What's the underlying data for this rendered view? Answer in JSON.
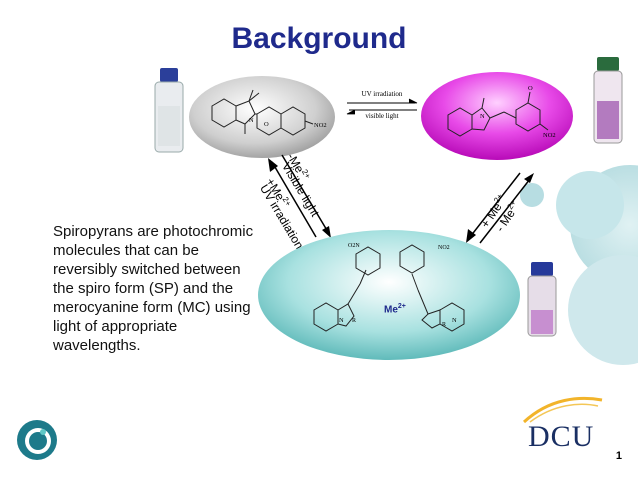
{
  "slide": {
    "title": "Background",
    "body": "Spiropyrans are photochromic molecules that can be reversibly switched between the spiro form (SP) and the merocyanine form (MC) using light of appropriate wavelengths.",
    "page_number": "1"
  },
  "arrows": {
    "top_forward": "UV irradiation",
    "top_backward": "visible light",
    "left_a1": "-Me",
    "left_a1_sup": "2+",
    "left_a2": "Visible light",
    "left_b1": "+Me",
    "left_b1_sup": "2+",
    "left_b2": "UV irradiation",
    "right_a": "+ Me",
    "right_a_sup": "2+",
    "right_b": "- Me",
    "right_b_sup": "2+"
  },
  "chemistry": {
    "no2_sp": "NO2",
    "no2_mc": "NO2",
    "complex_center": "Me",
    "complex_center_sup": "2+",
    "o_label": "O",
    "n_label": "N",
    "r_label": "R"
  },
  "logos": {
    "university": "DCU"
  },
  "colors": {
    "title": "#1f2a8c",
    "magenta": "#e040e0",
    "teal": "#5fc7c6",
    "grey": "#c9c9c9"
  }
}
